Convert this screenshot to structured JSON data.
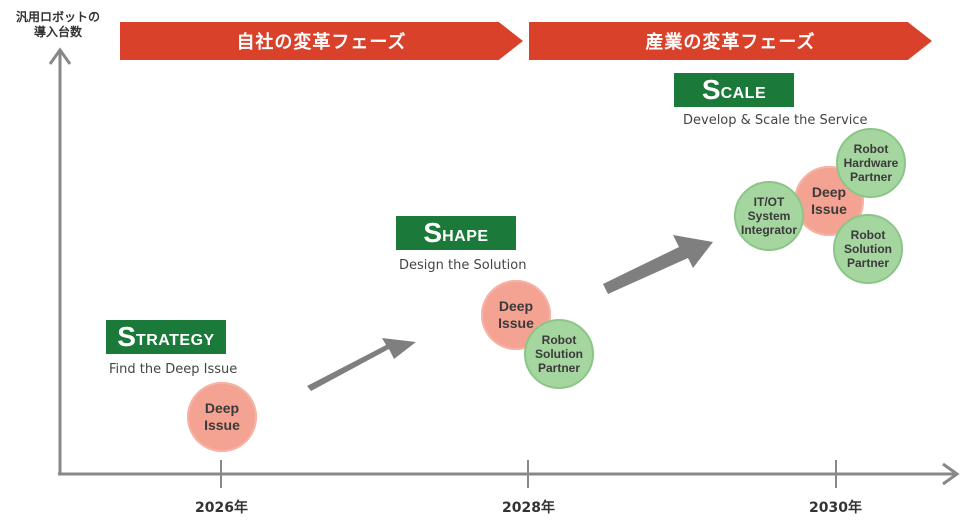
{
  "y_axis_title": "汎用ロボットの\n導入台数",
  "phases": [
    {
      "label": "自社の変革フェーズ",
      "color": "#d9412a"
    },
    {
      "label": "産業の変革フェーズ",
      "color": "#d9412a"
    }
  ],
  "stages": [
    {
      "badge_initial": "S",
      "badge_rest": "TRATEGY",
      "caption": "Find the Deep Issue",
      "color": "#1b7a3a"
    },
    {
      "badge_initial": "S",
      "badge_rest": "HAPE",
      "caption": "Design the Solution",
      "color": "#1b7a3a"
    },
    {
      "badge_initial": "S",
      "badge_rest": "CALE",
      "caption": "Develop & Scale the Service",
      "color": "#1b7a3a"
    }
  ],
  "circles": {
    "strategy_deep": "Deep\nIssue",
    "shape_deep": "Deep\nIssue",
    "shape_partner": "Robot\nSolution\nPartner",
    "scale_deep": "Deep\nIssue",
    "scale_integrator": "IT/OT\nSystem\nIntegrator",
    "scale_hardware": "Robot\nHardware\nPartner",
    "scale_solution": "Robot\nSolution\nPartner"
  },
  "colors": {
    "deep_issue": "#f4a393",
    "partner": "#a6d6a0",
    "arrow": "#7f7f7f",
    "axis": "#888888"
  },
  "years": [
    "2026年",
    "2028年",
    "2030年"
  ]
}
